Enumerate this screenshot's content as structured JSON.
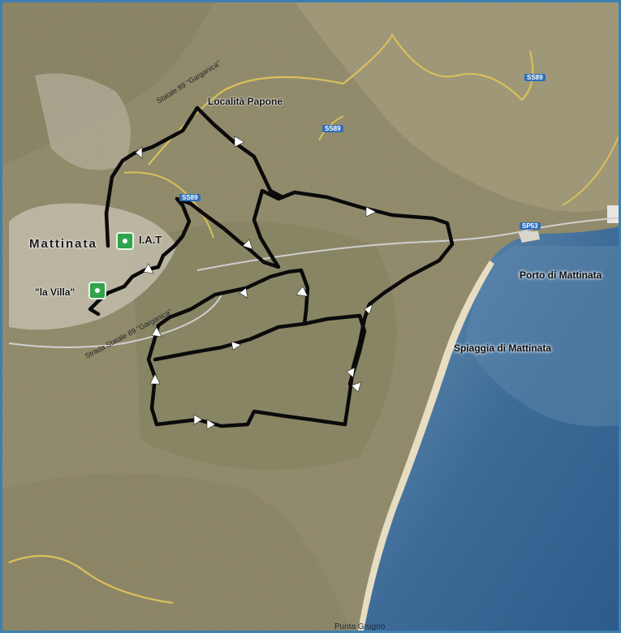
{
  "map": {
    "place_labels": {
      "town": "Mattinata",
      "locality": "Località Papone",
      "port": "Porto di Mattinata",
      "beach": "Spiaggia di Mattinata",
      "cape": "Punta Grugno"
    },
    "poi_labels": {
      "iat": "I.A.T",
      "villa": "\"la Villa\""
    },
    "road_labels": {
      "ss89_1": "SS89",
      "ss89_2": "SS89",
      "sp53": "SP53",
      "ss89_3": "SS89",
      "garganica_north": "Statale 89 \"Garganica\"",
      "garganica_south": "Strada Statale 89 \"Garganica\""
    },
    "colors": {
      "route": "#0a0a0a",
      "sea": "#3f6f9c",
      "land": "#8f8a6a",
      "poi": "#2fa24a",
      "road": "#d8c05a",
      "frame": "#3f7fb0"
    }
  }
}
